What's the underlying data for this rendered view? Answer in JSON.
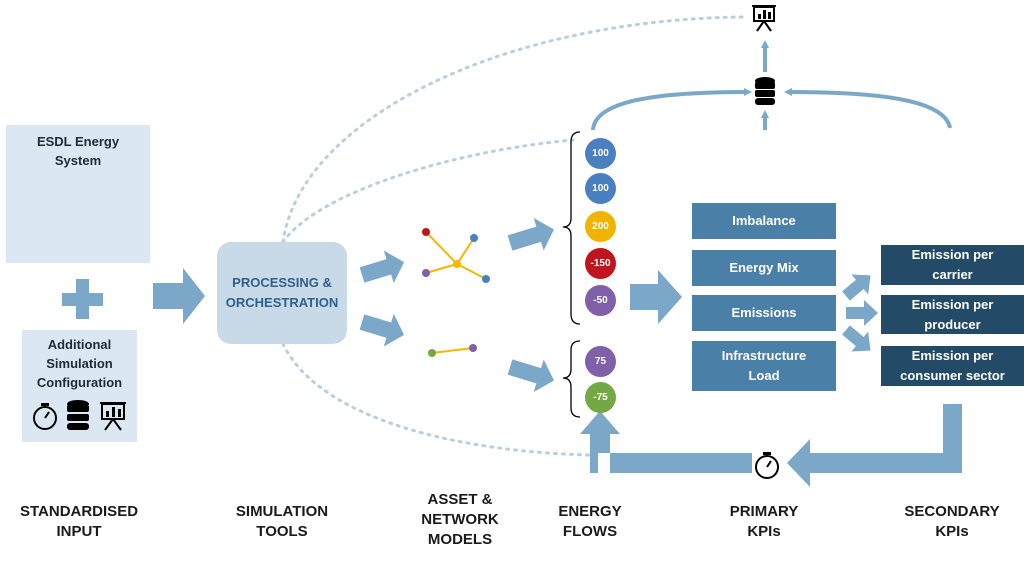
{
  "input": {
    "esdl_title": "ESDL Energy System",
    "esdl_title_lines": [
      "ESDL Energy",
      "System"
    ],
    "config_title_lines": [
      "Additional",
      "Simulation",
      "Configuration"
    ],
    "config_icons": [
      "stopwatch-icon",
      "database-icon",
      "presentation-chart-icon"
    ]
  },
  "processing": {
    "label_lines": [
      "PROCESSING &",
      "ORCHESTRATION"
    ]
  },
  "energy_flows": {
    "group1": [
      {
        "value": "100",
        "color": "#4a7fc0"
      },
      {
        "value": "100",
        "color": "#4a7fc0"
      },
      {
        "value": "200",
        "color": "#f0b400"
      },
      {
        "value": "-150",
        "color": "#c0141e"
      },
      {
        "value": "-50",
        "color": "#8060a8"
      }
    ],
    "group2": [
      {
        "value": "75",
        "color": "#8060a8"
      },
      {
        "value": "-75",
        "color": "#74a845"
      }
    ]
  },
  "primary_kpis": [
    "Imbalance",
    "Energy Mix",
    "Emissions",
    [
      "Infrastructure",
      "Load"
    ]
  ],
  "secondary_kpis": [
    [
      "Emission per",
      "carrier"
    ],
    [
      "Emission per",
      "producer"
    ],
    [
      "Emission per",
      "consumer sector"
    ]
  ],
  "stages": [
    {
      "lines": [
        "STANDARDISED",
        "INPUT"
      ]
    },
    {
      "lines": [
        "SIMULATION",
        "TOOLS"
      ]
    },
    {
      "lines": [
        "ASSET &",
        "NETWORK",
        "MODELS"
      ]
    },
    {
      "lines": [
        "ENERGY",
        "FLOWS"
      ]
    },
    {
      "lines": [
        "PRIMARY",
        "KPIs"
      ]
    },
    {
      "lines": [
        "SECONDARY",
        "KPIs"
      ]
    }
  ],
  "colors": {
    "arrow": "#7ba7c9",
    "note_bg": "#dbe8f3",
    "process_bg": "#c8dae8",
    "process_text": "#2e5f8c",
    "primary_kpi": "#4a7fa8",
    "secondary_kpi": "#234a66",
    "node_yellow": "#f5b800",
    "node_red": "#c0141e",
    "node_blue": "#4a7fc0",
    "node_purple": "#8060a8",
    "node_green": "#74a845"
  }
}
